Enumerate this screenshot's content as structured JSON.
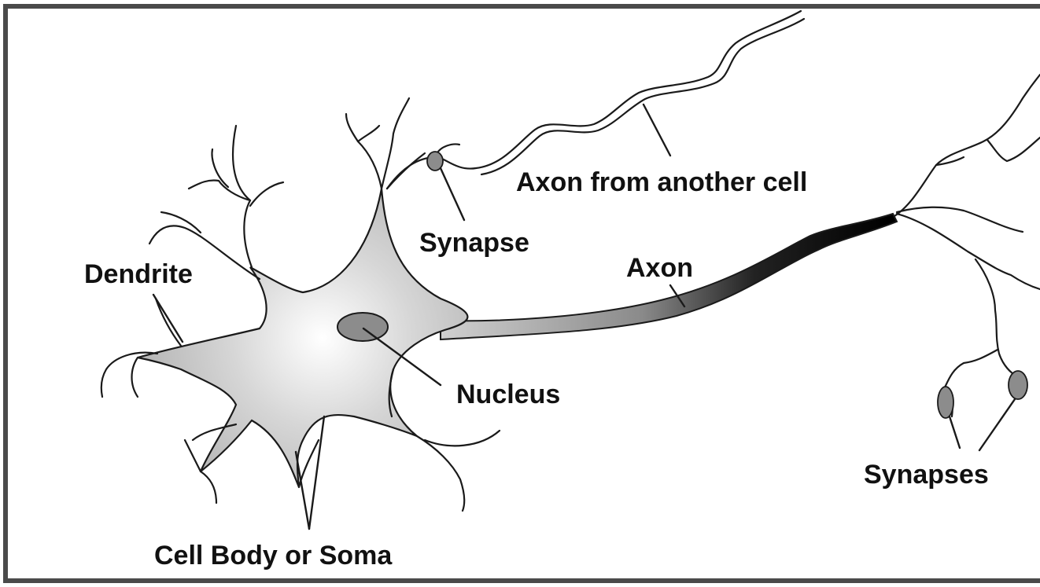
{
  "colors": {
    "background": "#ffffff",
    "outline": "#1a1a1a",
    "frame": "#4a4a4a",
    "soma_fill_center": "#ffffff",
    "soma_fill_edge": "#a9a9a9",
    "nucleus": "#8c8c8c",
    "axon_dark": "#111111",
    "label_text": "#111111"
  },
  "labels": {
    "axon_from_another_cell": "Axon from another cell",
    "synapse": "Synapse",
    "dendrite": "Dendrite",
    "axon": "Axon",
    "nucleus": "Nucleus",
    "synapses": "Synapses",
    "cell_body": "Cell Body or Soma"
  }
}
